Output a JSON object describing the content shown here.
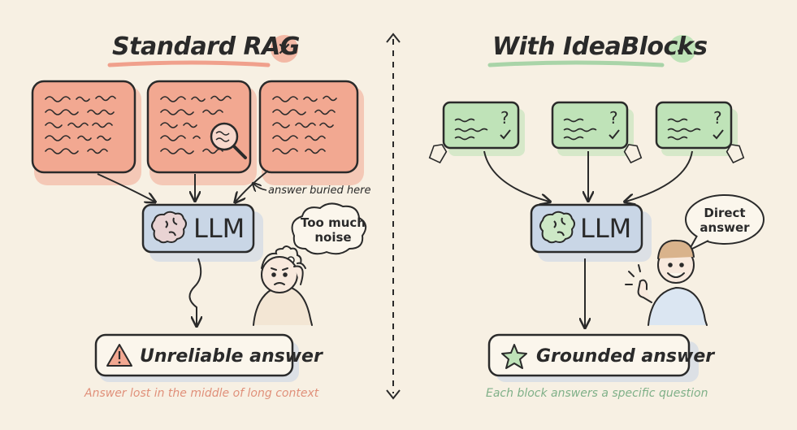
{
  "left": {
    "title": "Standard RAG",
    "title_mark": "✕",
    "title_underline_color": "#f0a08c",
    "llm_label": "LLM",
    "annotation": "answer buried here",
    "thought": [
      "Too much",
      "noise"
    ],
    "answer_label": "Unreliable answer",
    "answer_icon": "warning-triangle-icon",
    "caption": "Answer lost in the middle of long context",
    "doc_color": "#f2a891"
  },
  "right": {
    "title": "With IdeaBlocks",
    "title_mark": "✓",
    "title_underline_color": "#a9d4a8",
    "llm_label": "LLM",
    "speech": [
      "Direct",
      "answer"
    ],
    "answer_label": "Grounded answer",
    "answer_icon": "star-icon",
    "caption": "Each block answers a specific question",
    "block_color": "#bfe3b8"
  },
  "colors": {
    "background": "#f7f0e3",
    "llm_box": "#c9d6e6",
    "ink": "#2a2a2a"
  }
}
